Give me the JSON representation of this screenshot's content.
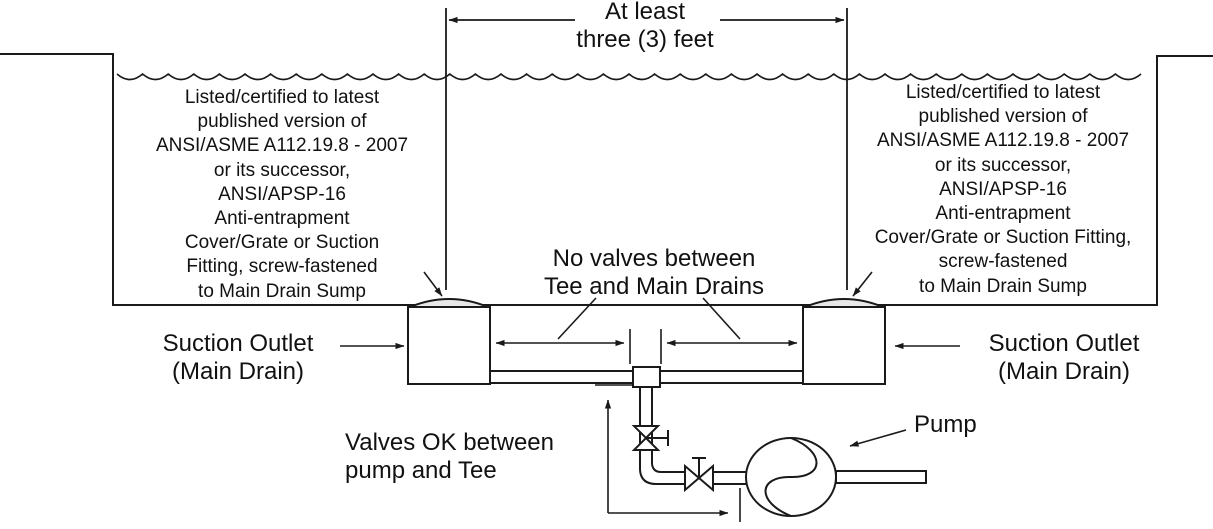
{
  "dimension": {
    "line1": "At least",
    "line2": "three (3) feet"
  },
  "cover_note_left": [
    "Listed/certified to latest",
    "published version of",
    "ANSI/ASME A112.19.8 - 2007",
    "or its successor,",
    "ANSI/APSP-16",
    "Anti-entrapment",
    "Cover/Grate or Suction",
    "Fitting, screw-fastened",
    "to Main Drain Sump"
  ],
  "cover_note_right": [
    "Listed/certified to latest",
    "published version of",
    "ANSI/ASME A112.19.8 - 2007",
    "or its successor,",
    "ANSI/APSP-16",
    "Anti-entrapment",
    "Cover/Grate or Suction Fitting,",
    "screw-fastened",
    "to Main Drain Sump"
  ],
  "no_valves_note": {
    "line1": "No valves between",
    "line2": "Tee and Main Drains"
  },
  "left_outlet": {
    "line1": "Suction Outlet",
    "line2": "(Main Drain)"
  },
  "right_outlet": {
    "line1": "Suction Outlet",
    "line2": "(Main Drain)"
  },
  "valves_ok_note": {
    "line1": "Valves OK between",
    "line2": "pump and Tee"
  },
  "pump_label": "Pump",
  "colors": {
    "ink": "#1a1a1a",
    "background": "#ffffff"
  }
}
